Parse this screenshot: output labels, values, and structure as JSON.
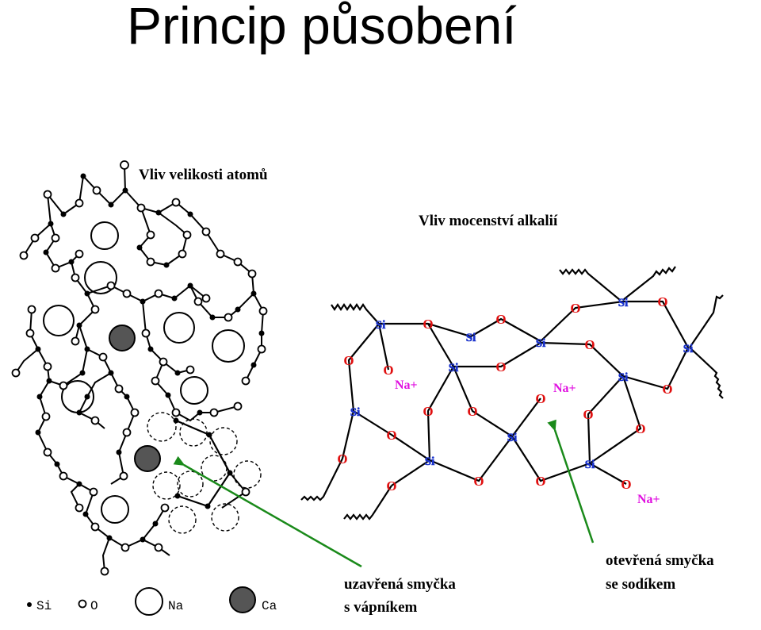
{
  "slide": {
    "title": "Princip působení"
  },
  "left_diagram": {
    "heading": "Vliv velikosti atomů",
    "legend": [
      {
        "symbol": "si-dot",
        "label": "Si"
      },
      {
        "symbol": "o-ring",
        "label": "O"
      },
      {
        "symbol": "na-circle",
        "label": "Na"
      },
      {
        "symbol": "ca-circle",
        "label": "Ca"
      }
    ]
  },
  "right_diagram": {
    "heading": "Vliv mocenství alkalií",
    "atom_si": "Si",
    "atom_o": "O",
    "ion_na": "Na+",
    "colors": {
      "si": "#1a33cc",
      "o": "#e01010",
      "na": "#e010e0",
      "arrow": "#1a8a1a"
    }
  },
  "annotations": {
    "closed_loop_line1": "uzavřená smyčka",
    "closed_loop_line2": "s vápníkem",
    "open_loop_line1": "otevřená smyčka",
    "open_loop_line2": "se sodíkem"
  }
}
